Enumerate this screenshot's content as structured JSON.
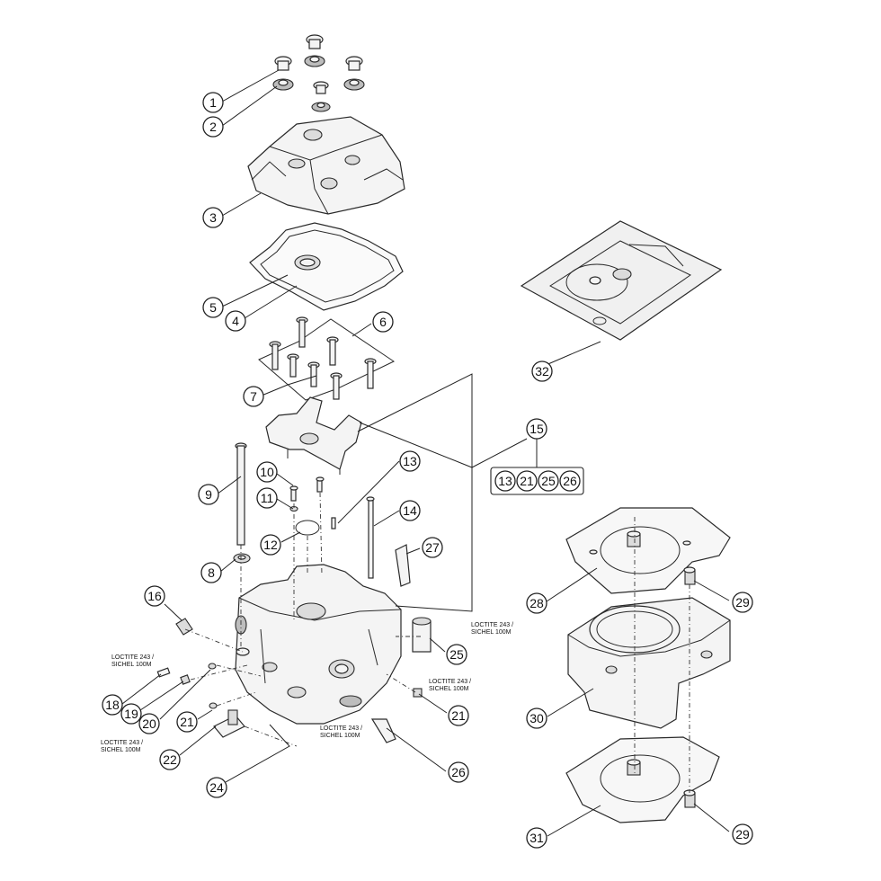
{
  "callouts": {
    "c1": "1",
    "c2": "2",
    "c3": "3",
    "c4": "4",
    "c5": "5",
    "c6": "6",
    "c7": "7",
    "c8": "8",
    "c9": "9",
    "c10": "10",
    "c11": "11",
    "c12": "12",
    "c13": "13",
    "c14": "14",
    "c15": "15",
    "c16": "16",
    "c18": "18",
    "c19": "19",
    "c20": "20",
    "c21a": "21",
    "c21b": "21",
    "c22": "22",
    "c24": "24",
    "c25": "25",
    "c26": "26",
    "c27": "27",
    "c28": "28",
    "c29a": "29",
    "c29b": "29",
    "c30": "30",
    "c31": "31",
    "c32": "32"
  },
  "kit15": [
    "13",
    "21",
    "25",
    "26"
  ],
  "notes": {
    "n1_line1": "LOCTITE 243 /",
    "n1_line2": "SICHEL 100M",
    "n2_line1": "LOCTITE 243 /",
    "n2_line2": "SICHEL 100M",
    "n3_line1": "LOCTITE 243 /",
    "n3_line2": "SICHEL 100M",
    "n4_line1": "LOCTITE 243 /",
    "n4_line2": "SICHEL 100M",
    "n5_line1": "LOCTITE 243 /",
    "n5_line2": "SICHEL 100M"
  }
}
